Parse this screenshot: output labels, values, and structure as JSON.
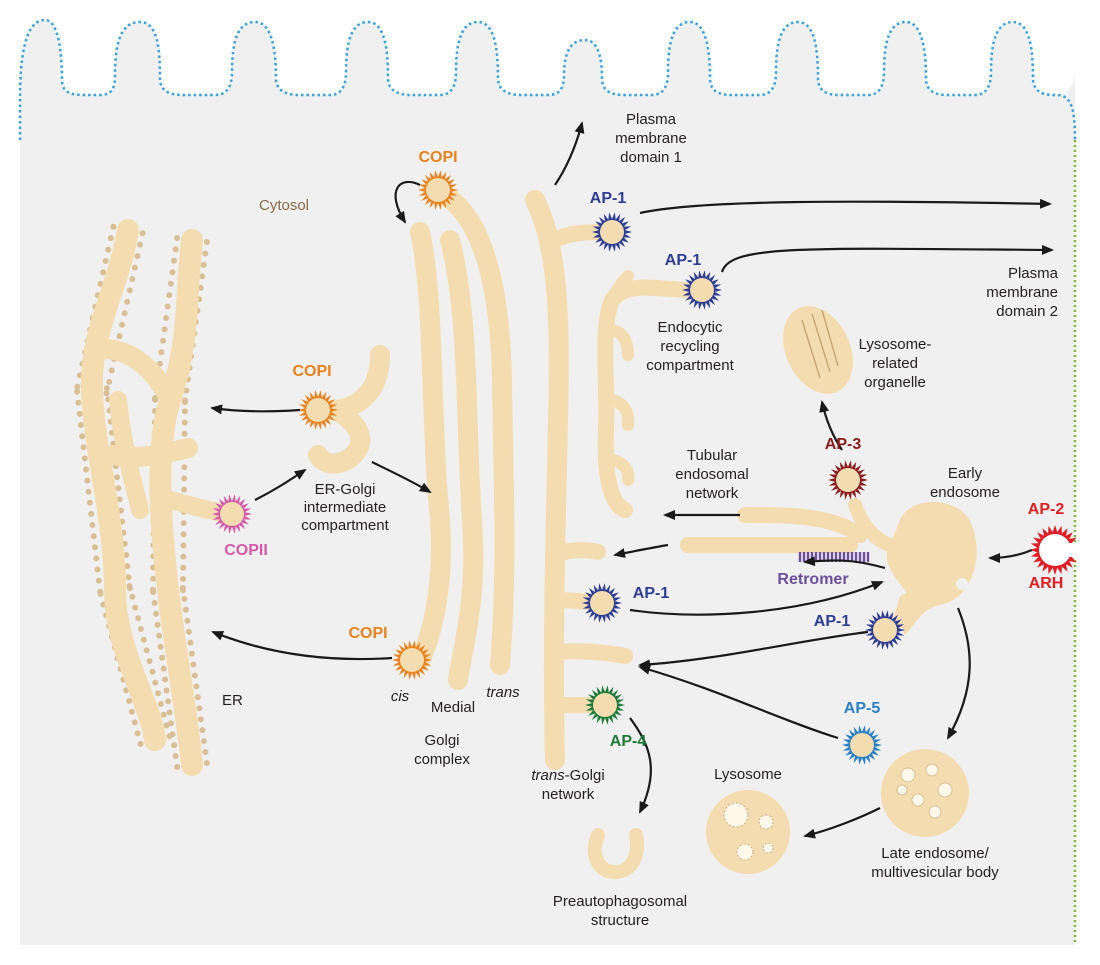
{
  "labels": {
    "cytosol": "Cytosol",
    "er": "ER",
    "ergic": [
      "ER-Golgi",
      "intermediate",
      "compartment"
    ],
    "golgi_cis": "cis",
    "golgi_medial": "Medial",
    "golgi_trans": "trans",
    "golgi_complex": [
      "Golgi",
      "complex"
    ],
    "tgn": [
      "trans-Golgi",
      "network"
    ],
    "tgn_italic": "trans",
    "tgn_rest": "-Golgi",
    "pm1": [
      "Plasma",
      "membrane",
      "domain 1"
    ],
    "pm2": [
      "Plasma",
      "membrane",
      "domain 2"
    ],
    "erc": [
      "Endocytic",
      "recycling",
      "compartment"
    ],
    "lro": [
      "Lysosome-",
      "related",
      "organelle"
    ],
    "ten": [
      "Tubular",
      "endosomal",
      "network"
    ],
    "early_endosome": [
      "Early",
      "endosome"
    ],
    "late_endosome": [
      "Late endosome/",
      "multivesicular body"
    ],
    "lysosome": "Lysosome",
    "pas": [
      "Preautophagosomal",
      "structure"
    ]
  },
  "coats": {
    "copi_top": "COPI",
    "copi_mid": "COPI",
    "copi_bottom": "COPI",
    "copii": "COPII",
    "ap1_a": "AP-1",
    "ap1_b": "AP-1",
    "ap1_c": "AP-1",
    "ap1_d": "AP-1",
    "ap2": "AP-2",
    "arh": "ARH",
    "ap3": "AP-3",
    "ap4": "AP-4",
    "ap5": "AP-5",
    "retromer": "Retromer"
  },
  "colors": {
    "organelle": "#f3dcb0",
    "background": "#f0f0f0",
    "membrane_dots": "#3aa0d8",
    "copi": "#e8821e",
    "copii": "#d45aa8",
    "ap1": "#2e3d92",
    "ap2": "#e11d25",
    "ap3": "#8b1a1c",
    "ap4": "#1f7a3a",
    "ap5": "#2a7fc2",
    "retromer": "#6b4f9e",
    "ribosome": "#d8bf95"
  }
}
